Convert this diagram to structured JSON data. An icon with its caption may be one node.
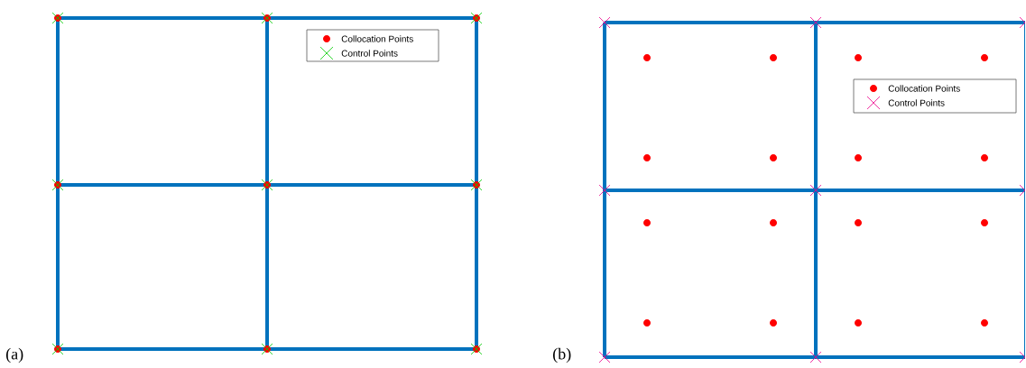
{
  "diagram": {
    "labels": [
      "(a)",
      "(b)"
    ],
    "legend": [
      {
        "text": "Collocation Points"
      },
      {
        "text": "Control Points"
      },
      {
        "text": "Collocation Points"
      },
      {
        "text": "Control Points"
      }
    ]
  }
}
